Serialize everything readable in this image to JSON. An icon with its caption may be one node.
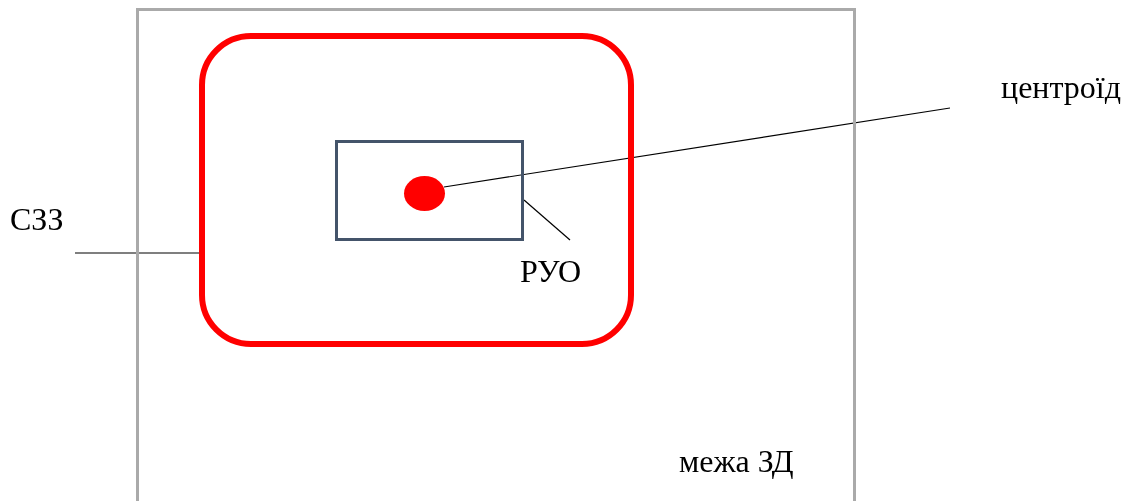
{
  "diagram": {
    "nodes": [
      {
        "text": [
          "межа ЗД"
        ]
      },
      {
        "text": [],
        "shape": "box",
        "in": 0
      },
      {
        "text": [],
        "shape": "box",
        "in": 1
      },
      {
        "text": [],
        "shape": "circle",
        "in": 2
      },
      {
        "text": [
          "СЗЗ"
        ]
      },
      {
        "text": [
          "центроїд"
        ]
      },
      {
        "text": [
          "РУО"
        ],
        "in": 1
      }
    ],
    "edges": [
      {
        "from": 4,
        "to": 1,
        "arrow": "none"
      },
      {
        "from": 5,
        "to": 3,
        "arrow": "none"
      },
      {
        "from": 6,
        "to": 2,
        "arrow": "none"
      }
    ]
  }
}
